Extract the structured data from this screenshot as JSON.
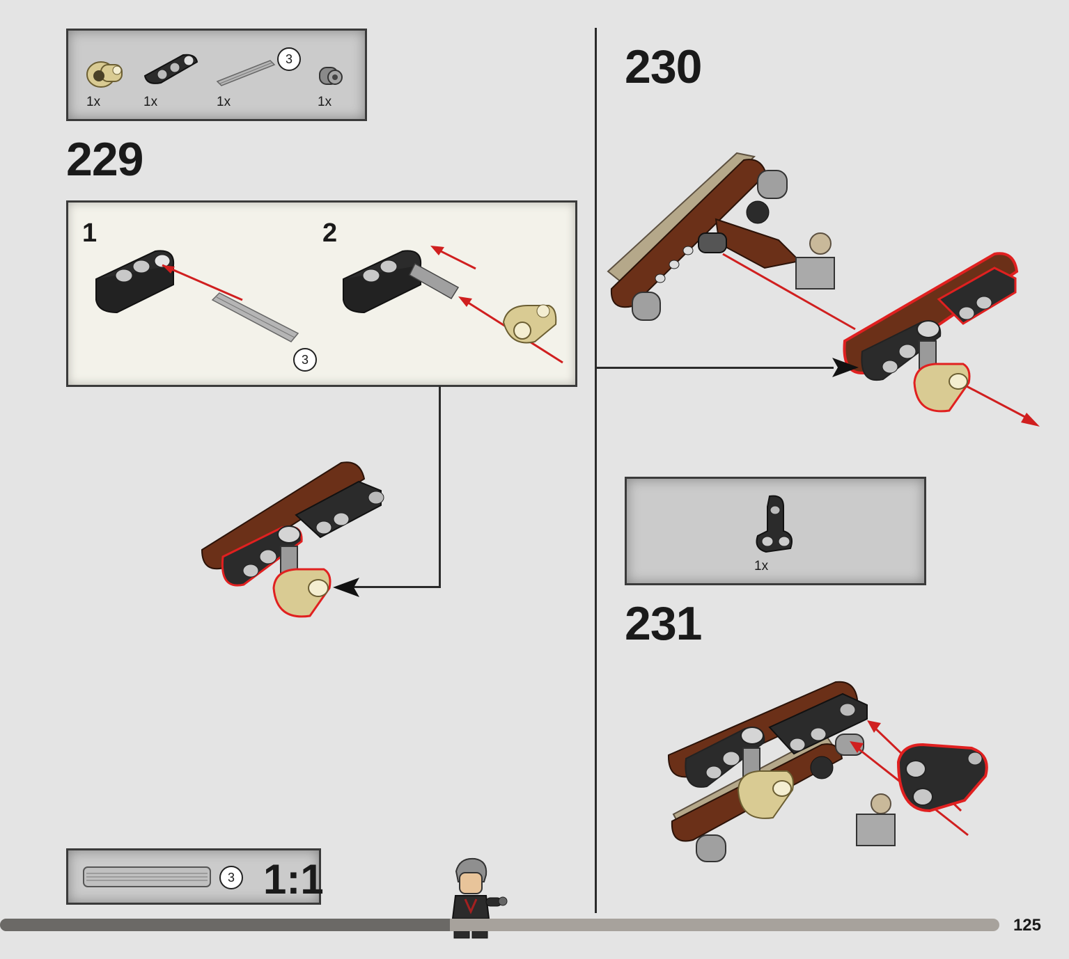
{
  "parts_229": {
    "items": [
      {
        "icon": "tan-axle-pin-connector-icon",
        "qty": "1x"
      },
      {
        "icon": "black-liftarm-icon",
        "qty": "1x"
      },
      {
        "icon": "grey-axle-icon",
        "qty": "1x",
        "length": "3"
      },
      {
        "icon": "grey-bush-icon",
        "qty": "1x"
      }
    ]
  },
  "step_229": {
    "number": "229",
    "substeps": [
      {
        "label": "1",
        "axle_length": "3"
      },
      {
        "label": "2"
      }
    ]
  },
  "step_230": {
    "number": "230"
  },
  "parts_231": {
    "items": [
      {
        "icon": "black-bent-liftarm-icon",
        "qty": "1x"
      }
    ]
  },
  "step_231": {
    "number": "231"
  },
  "scale_ruler": {
    "axle_length": "3",
    "scale": "1:1"
  },
  "page": {
    "number": "125",
    "progress_percent": 45
  },
  "colors": {
    "brown": "#6b3018",
    "black": "#2b2b2b",
    "grey": "#9a9a9a",
    "tan": "#d9cb93",
    "highlight": "#e02020",
    "arrow": "#d01f1f"
  }
}
